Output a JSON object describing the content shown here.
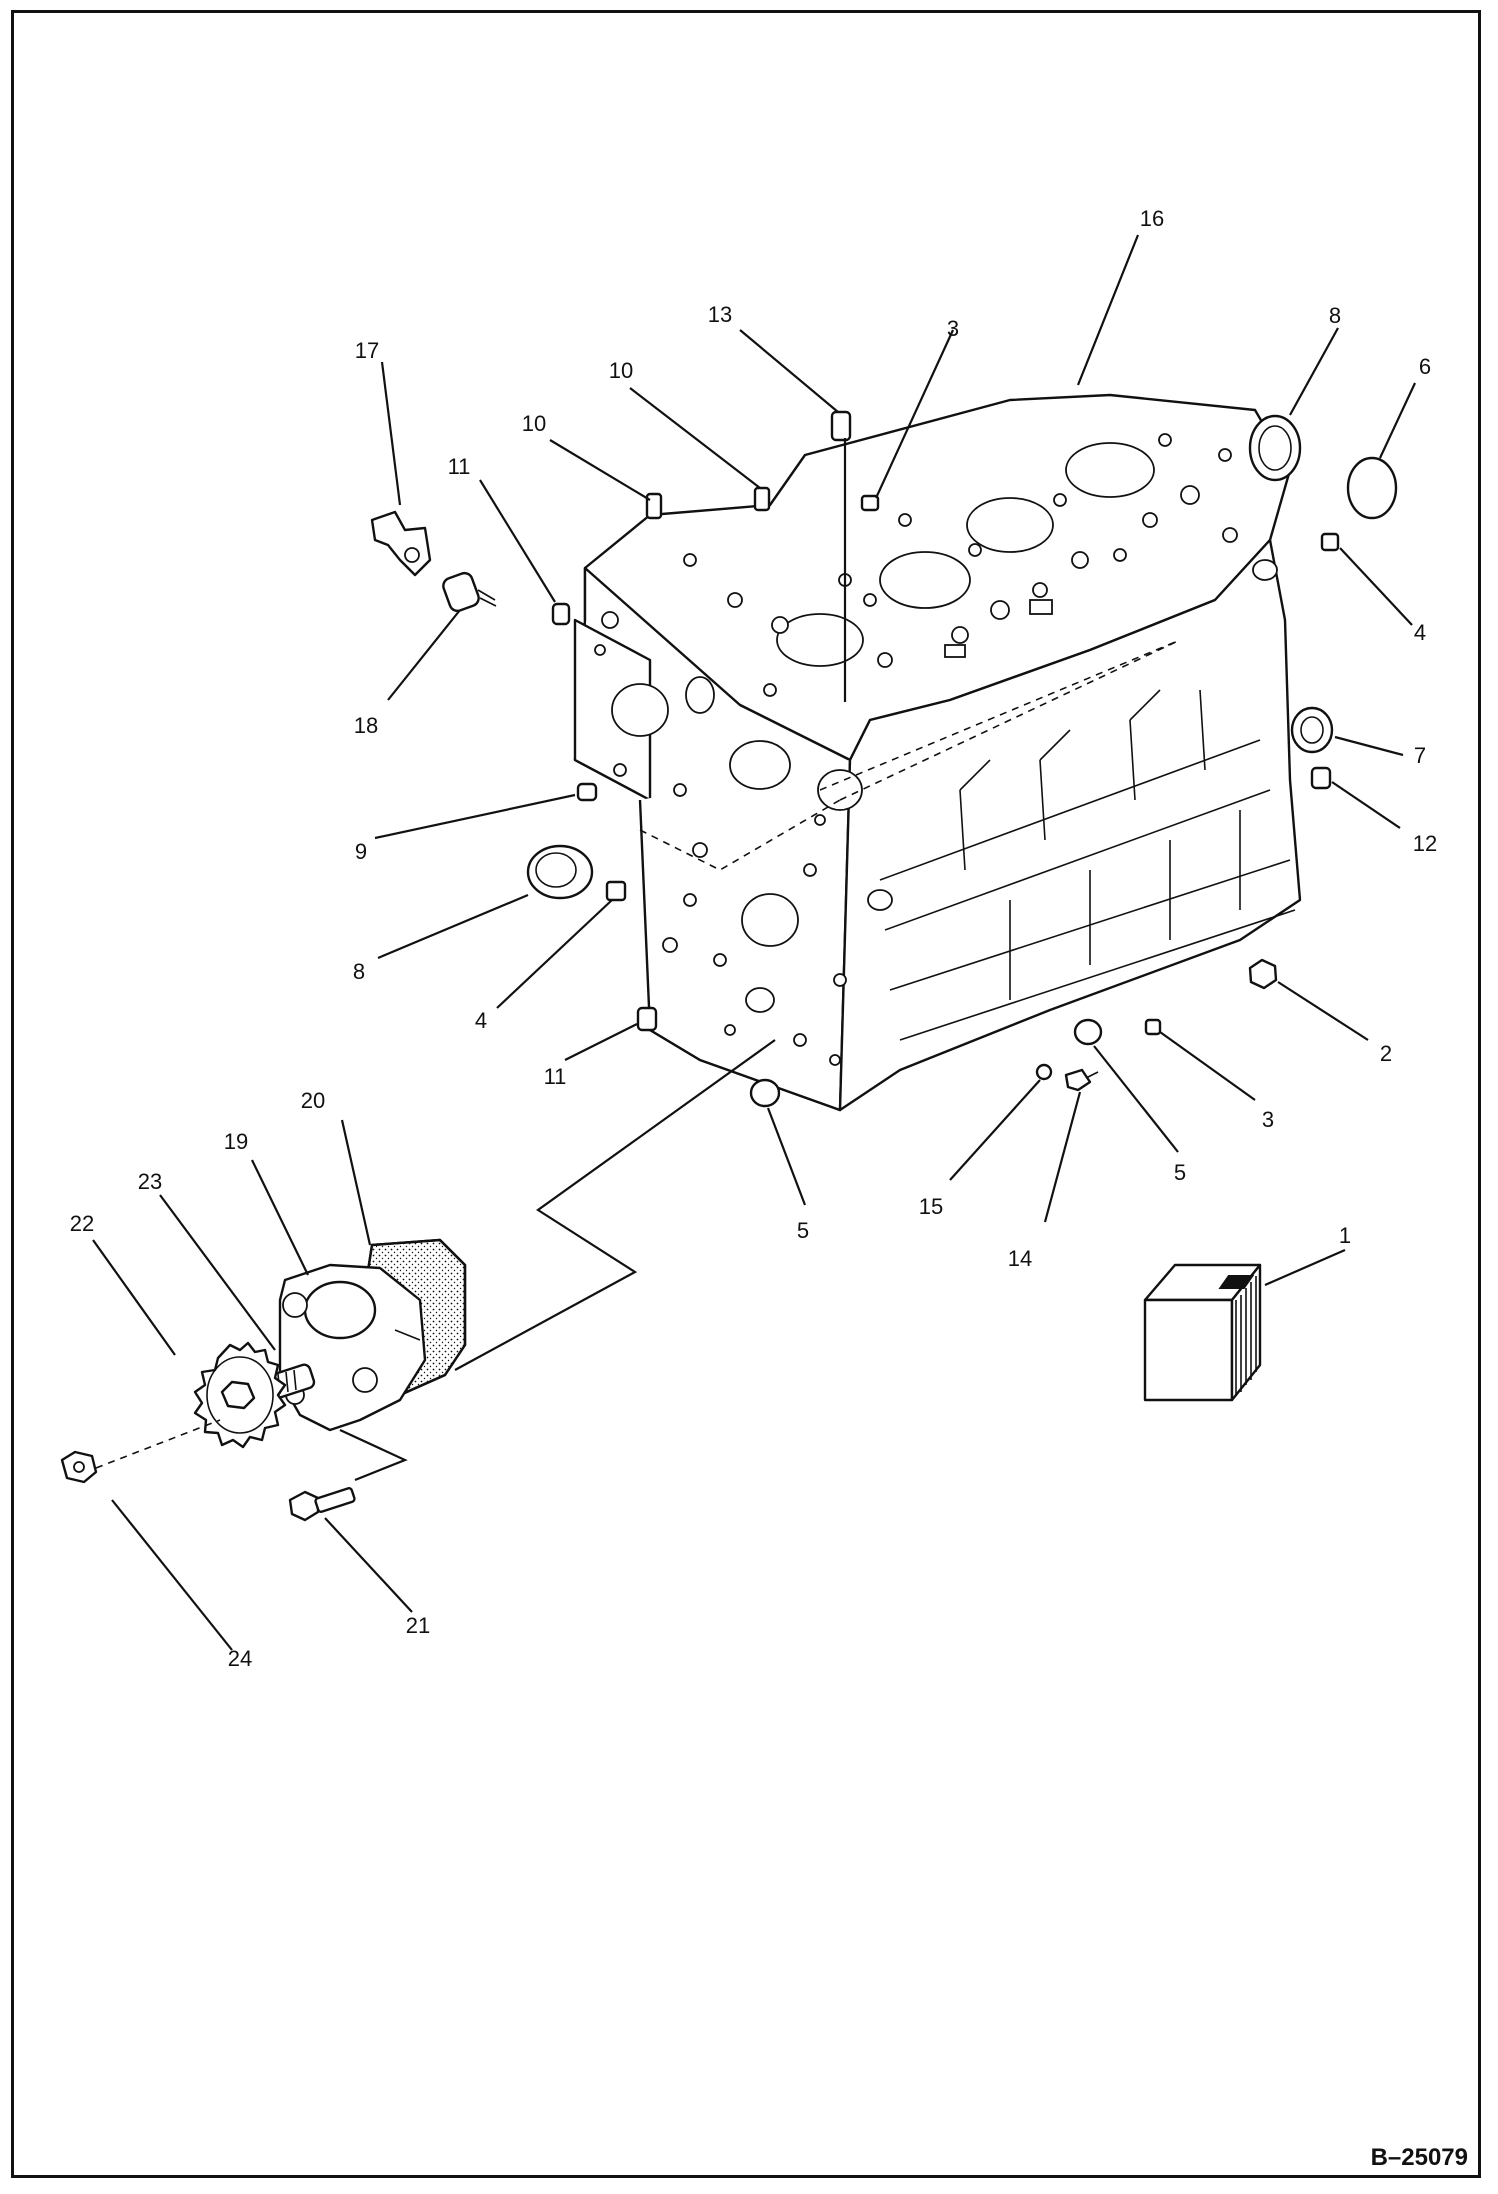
{
  "document_id": "B–25079",
  "callouts": {
    "c1": "1",
    "c2": "2",
    "c3a": "3",
    "c3b": "3",
    "c4a": "4",
    "c4b": "4",
    "c5a": "5",
    "c5b": "5",
    "c6": "6",
    "c7": "7",
    "c8a": "8",
    "c8b": "8",
    "c9": "9",
    "c10a": "10",
    "c10b": "10",
    "c11a": "11",
    "c11b": "11",
    "c12": "12",
    "c13": "13",
    "c14": "14",
    "c15": "15",
    "c16": "16",
    "c17": "17",
    "c18": "18",
    "c19": "19",
    "c20": "20",
    "c21": "21",
    "c22": "22",
    "c23": "23",
    "c24": "24"
  }
}
